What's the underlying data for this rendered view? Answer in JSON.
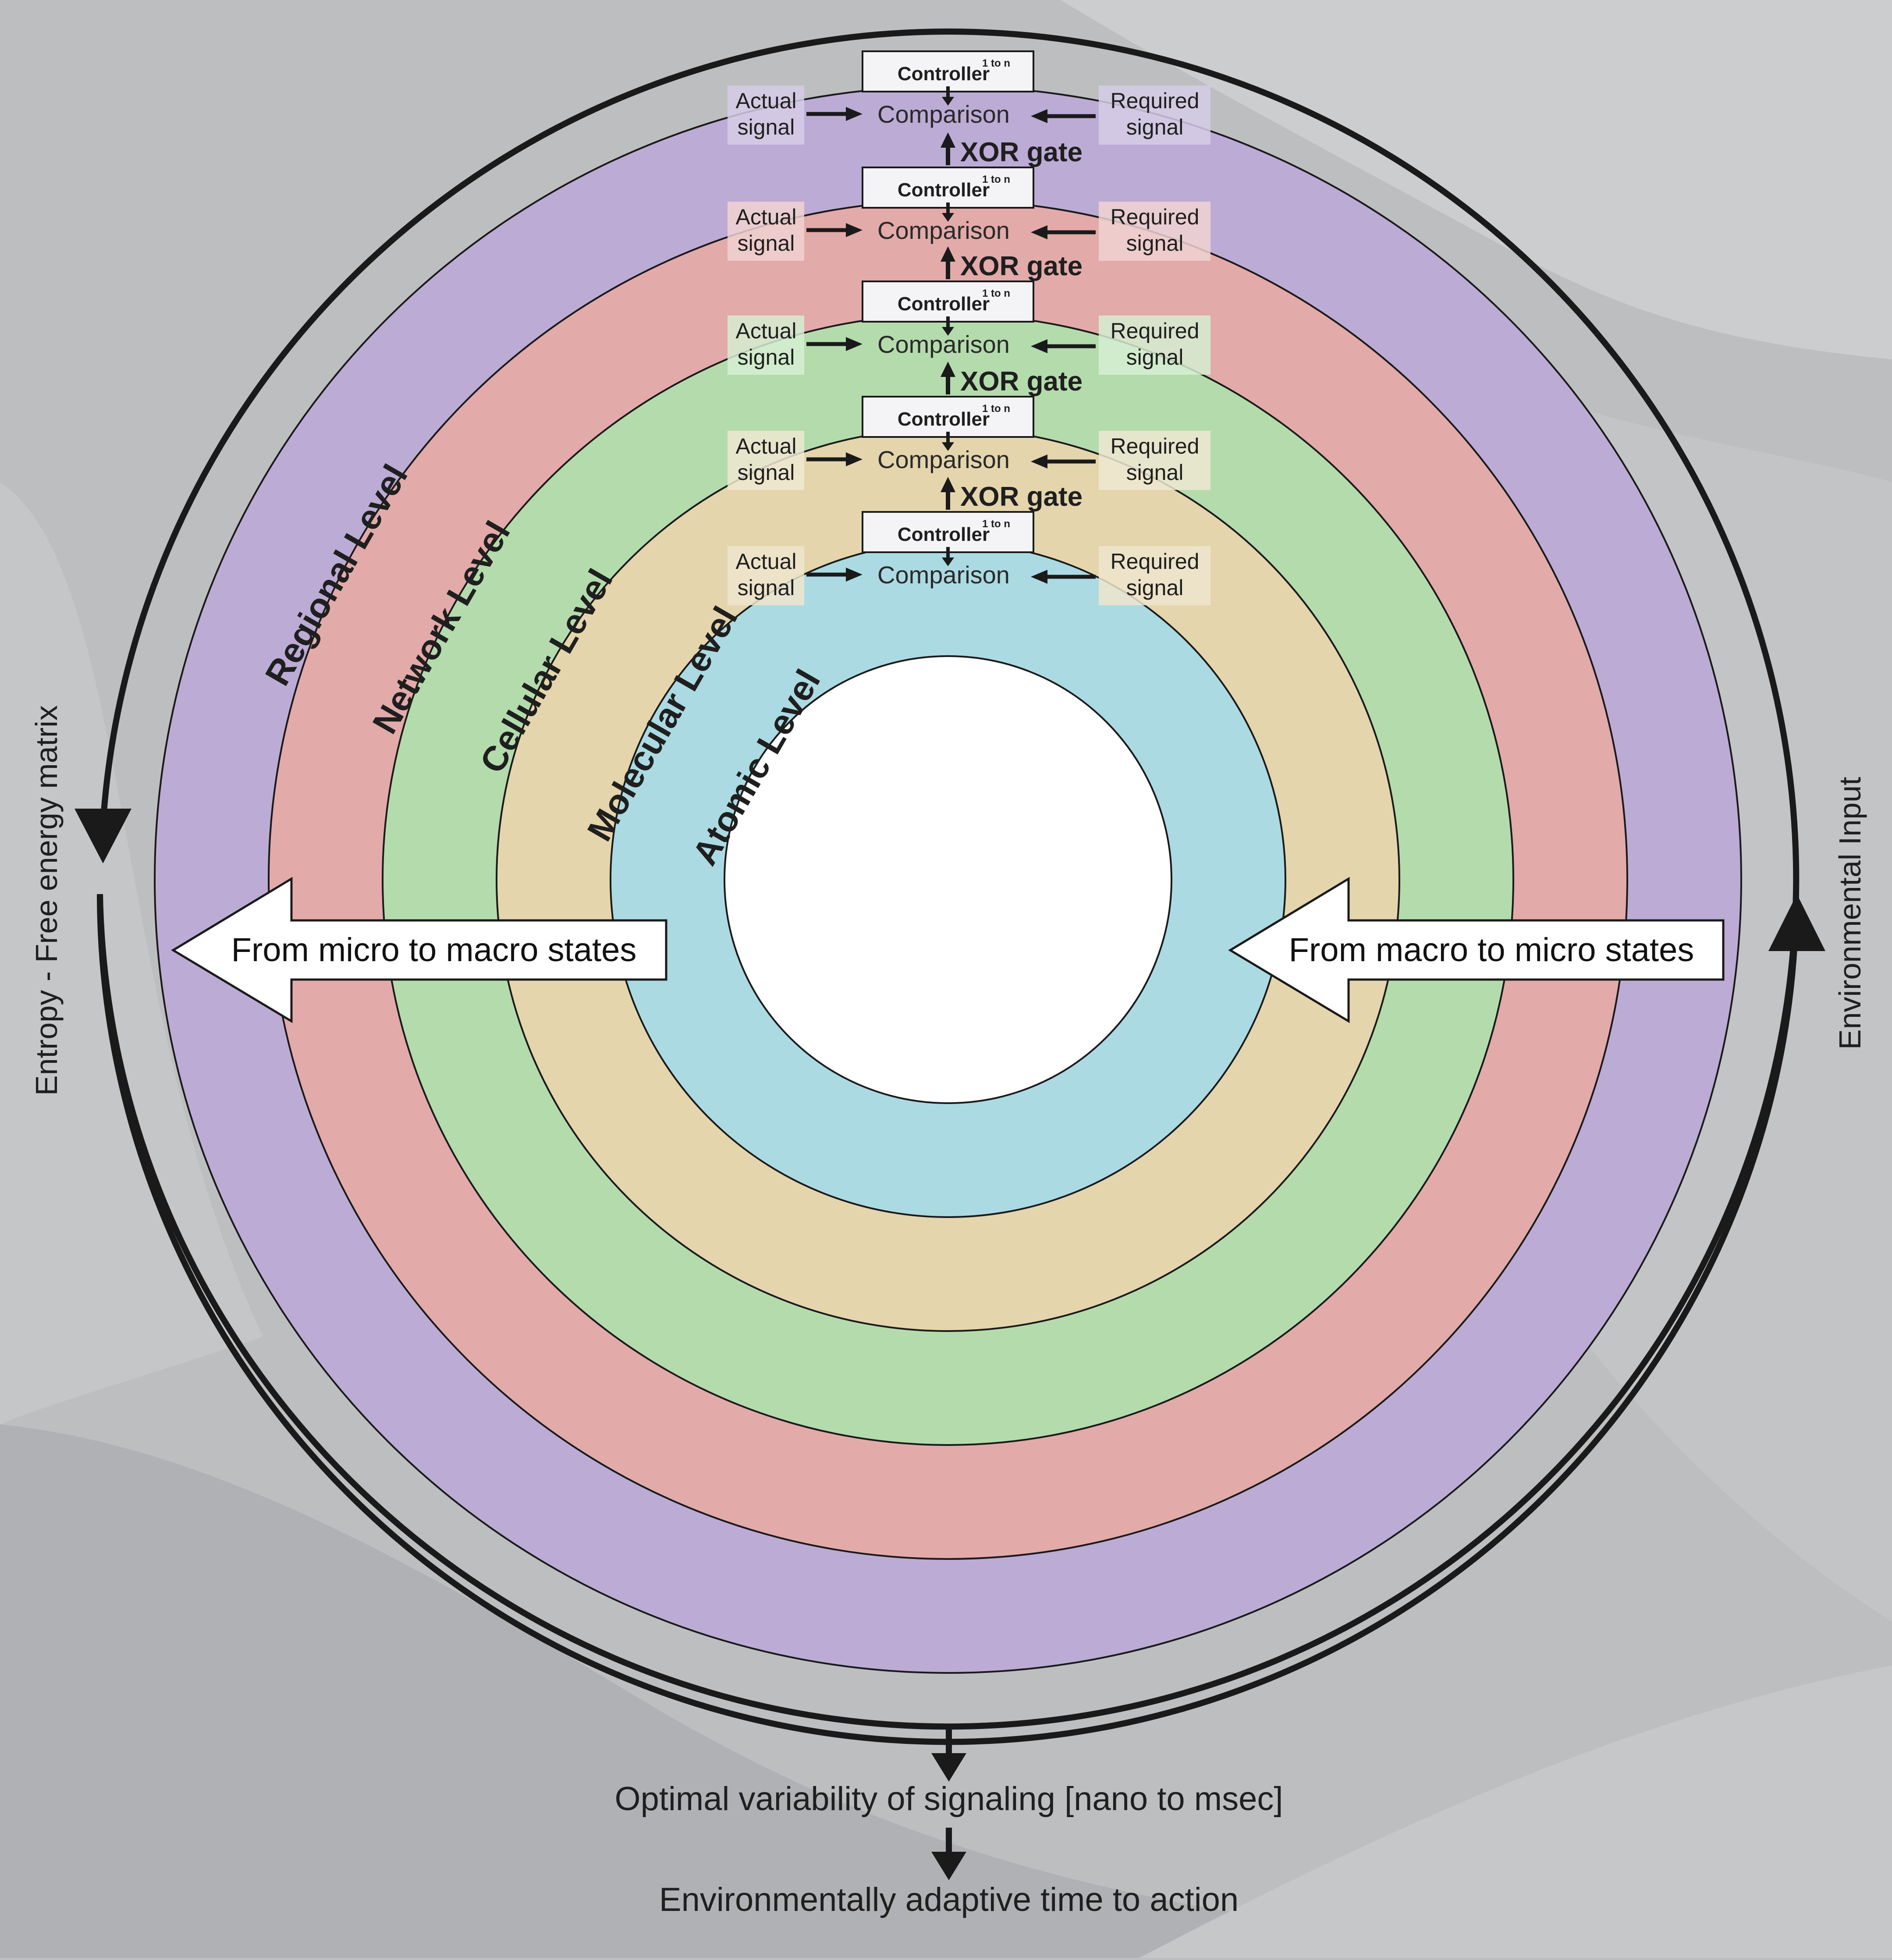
{
  "diagram": {
    "levels": [
      {
        "name": "Regional Level",
        "color": "#bbabd5"
      },
      {
        "name": "Network Level",
        "color": "#e3aaaa"
      },
      {
        "name": "Cellular Level",
        "color": "#b3dbab"
      },
      {
        "name": "Molecular Level",
        "color": "#e5d5ad"
      },
      {
        "name": "Atomic Level",
        "color": "#acdae3"
      }
    ],
    "center_color": "#ffffff",
    "background_color": "#bdbec0",
    "controller_label": "Controller",
    "controller_superscript": "1 to n",
    "comparison_label": "Comparison",
    "xor_label": "XOR gate",
    "actual_signal": [
      "Actual",
      "signal"
    ],
    "required_signal": [
      "Required",
      "signal"
    ],
    "arrow_left_label": "From micro to macro states",
    "arrow_right_label": "From macro to micro states",
    "left_side_label": "Entropy - Free energy matrix",
    "right_side_label": "Environmental Input",
    "bottom_label_1": "Optimal variability of signaling [nano to msec]",
    "bottom_label_2": "Environmentally adaptive time to action"
  }
}
